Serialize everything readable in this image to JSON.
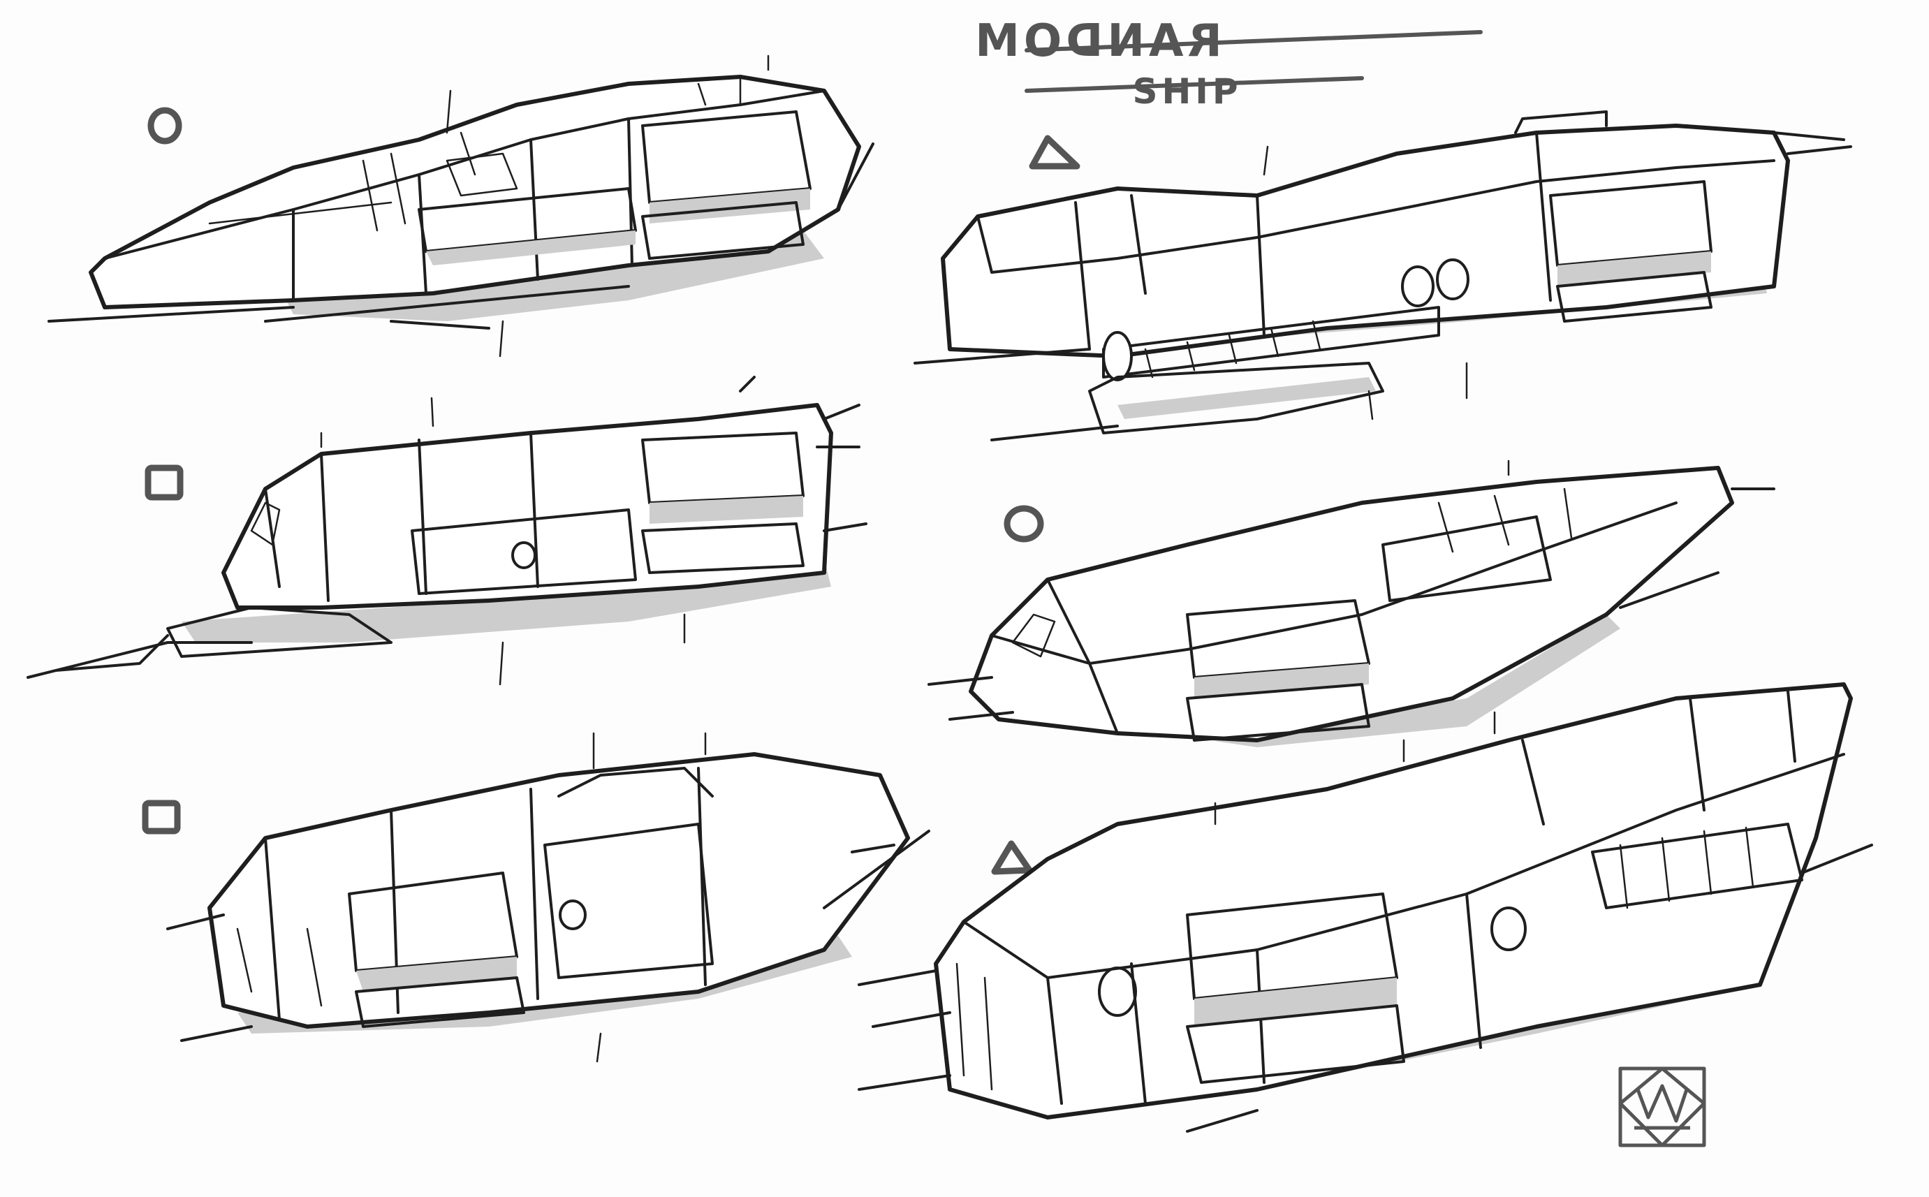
{
  "sheet": {
    "title_line1": "RANDOM",
    "title_line2": "SHIP",
    "ink_color": "#1e1e1e",
    "shade_color": "#cdcdcd",
    "symbol_color": "#555555"
  },
  "ships": [
    {
      "id": "ship-1",
      "symbol": "circle"
    },
    {
      "id": "ship-2",
      "symbol": "triangle"
    },
    {
      "id": "ship-3",
      "symbol": "square"
    },
    {
      "id": "ship-4",
      "symbol": "circle"
    },
    {
      "id": "ship-5",
      "symbol": "square"
    },
    {
      "id": "ship-6",
      "symbol": "triangle"
    }
  ],
  "signature": {
    "icon": "artist-signature-icon"
  }
}
